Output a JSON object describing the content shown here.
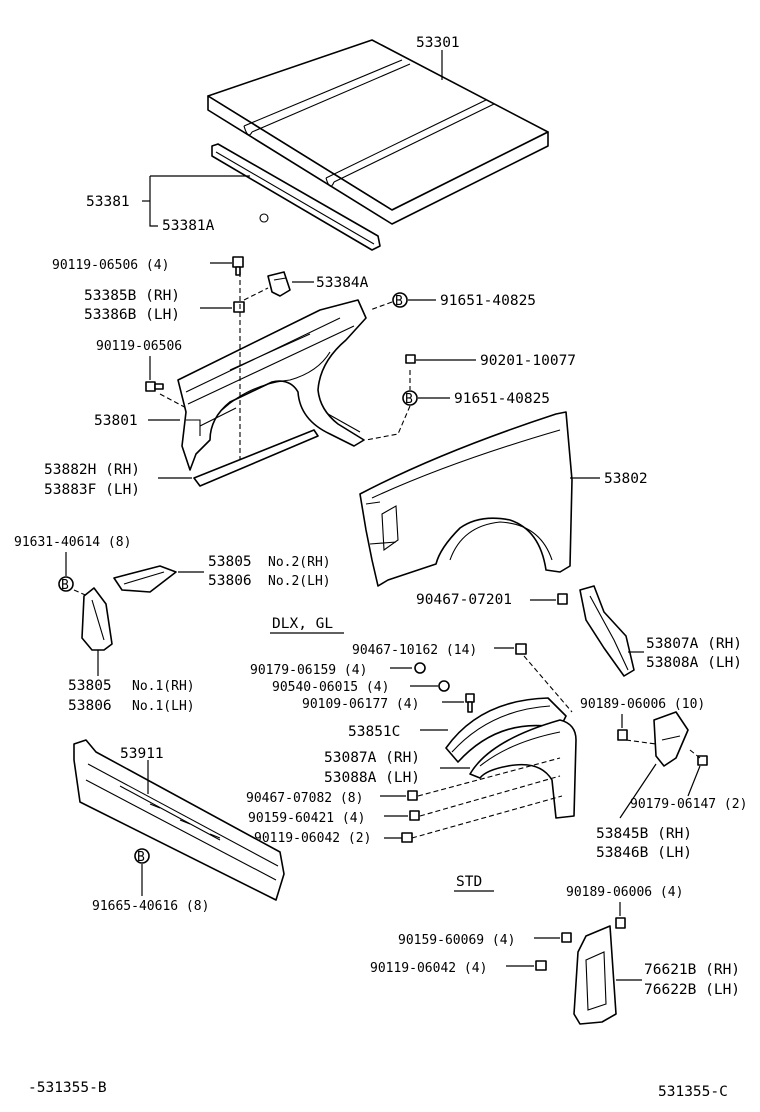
{
  "labels": {
    "p53301": "53301",
    "p53381": "53381",
    "p53381a": "53381A",
    "p90119_06506_4": "90119-06506 (4)",
    "p53384a": "53384A",
    "p53385b": "53385B (RH)",
    "p53386b": "53386B (LH)",
    "p91651_40825_top": "91651-40825",
    "p90119_06506": "90119-06506",
    "p90201_10077": "90201-10077",
    "p91651_40825_bot": "91651-40825",
    "p53801": "53801",
    "p53882h": "53882H (RH)",
    "p53883f": "53883F (LH)",
    "p53802": "53802",
    "p91631_40614": "91631-40614 (8)",
    "p53805_no2_code": "53805",
    "p53805_no2_suffix": "No.2(RH)",
    "p53806_no2_code": "53806",
    "p53806_no2_suffix": "No.2(LH)",
    "p53805_no1_code": "53805",
    "p53805_no1_suffix": "No.1(RH)",
    "p53806_no1_code": "53806",
    "p53806_no1_suffix": "No.1(LH)",
    "variant_dlx_gl": "DLX, GL",
    "p90467_07201": "90467-07201",
    "p53807a": "53807A (RH)",
    "p53808a": "53808A (LH)",
    "p90467_10162": "90467-10162 (14)",
    "p90179_06159": "90179-06159 (4)",
    "p90540_06015": "90540-06015 (4)",
    "p90109_06177": "90109-06177 (4)",
    "p90189_06006_10": "90189-06006 (10)",
    "p53851c": "53851C",
    "p53087a": "53087A (RH)",
    "p53088a": "53088A (LH)",
    "p90467_07082": "90467-07082 (8)",
    "p90159_60421": "90159-60421 (4)",
    "p90119_06042_2": "90119-06042 (2)",
    "p90179_06147": "90179-06147 (2)",
    "p53845b": "53845B (RH)",
    "p53846b": "53846B (LH)",
    "p53911": "53911",
    "p91665_40616": "91665-40616 (8)",
    "variant_std": "STD",
    "p90189_06006_4": "90189-06006 (4)",
    "p90159_60069": "90159-60069 (4)",
    "p90119_06042_4": "90119-06042 (4)",
    "p76621b": "76621B (RH)",
    "p76622b": "76622B (LH)",
    "ref_left": "-531355-B",
    "ref_right": "531355-C",
    "b_symbol": "B"
  }
}
